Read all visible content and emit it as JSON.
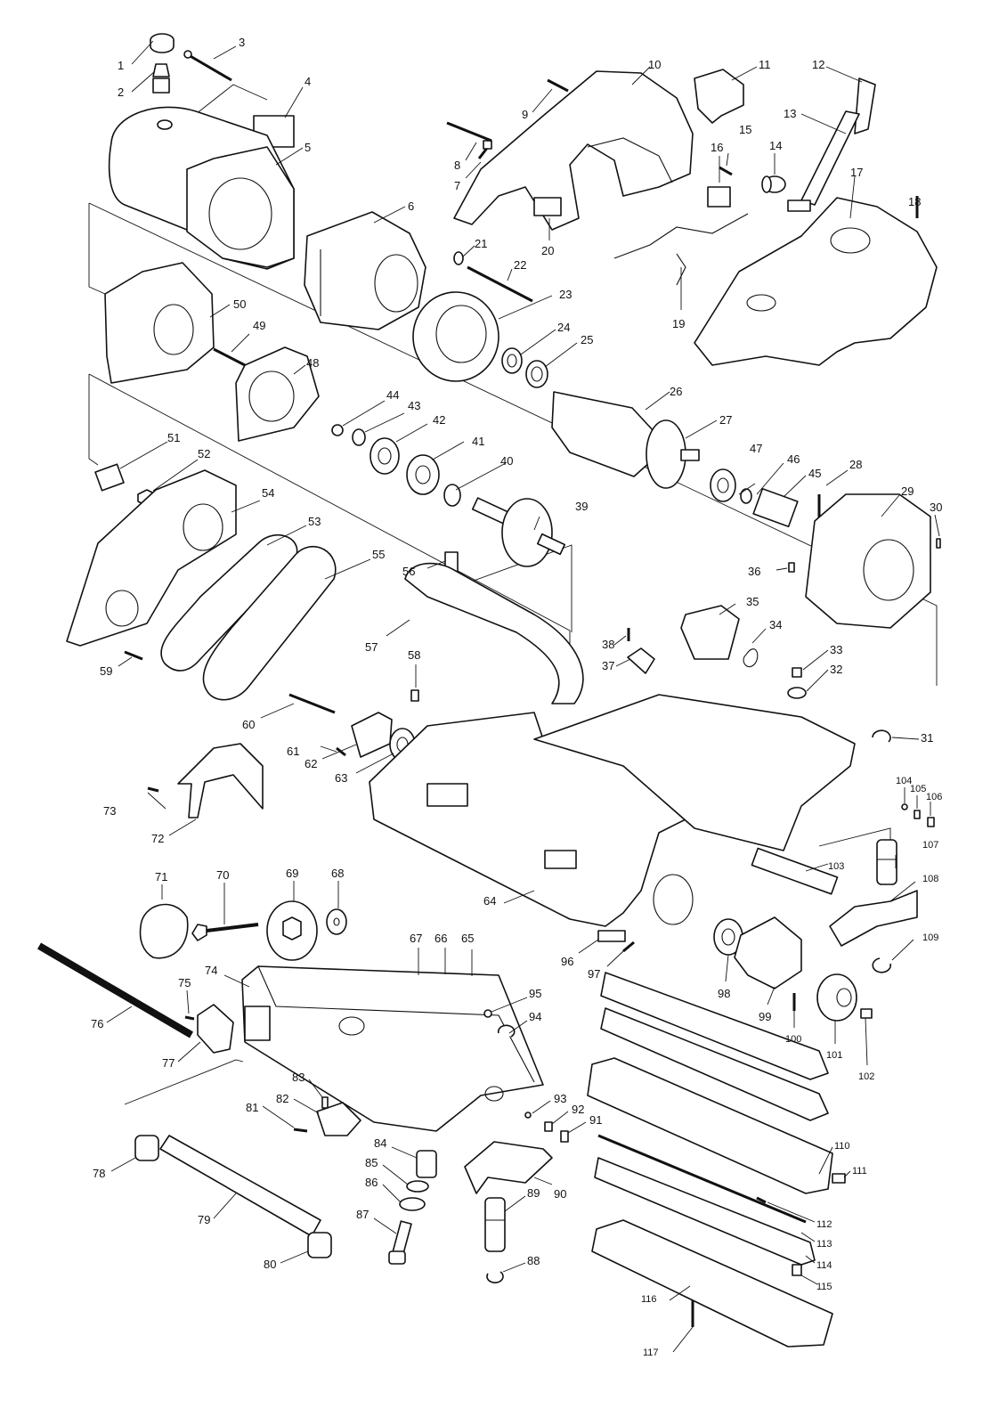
{
  "diagram": {
    "callouts": [
      {
        "id": "1",
        "label": "1"
      },
      {
        "id": "2",
        "label": "2"
      },
      {
        "id": "3",
        "label": "3"
      },
      {
        "id": "4",
        "label": "4"
      },
      {
        "id": "5",
        "label": "5"
      },
      {
        "id": "6",
        "label": "6"
      },
      {
        "id": "7",
        "label": "7"
      },
      {
        "id": "8",
        "label": "8"
      },
      {
        "id": "9",
        "label": "9"
      },
      {
        "id": "10",
        "label": "10"
      },
      {
        "id": "11",
        "label": "11"
      },
      {
        "id": "12",
        "label": "12"
      },
      {
        "id": "13",
        "label": "13"
      },
      {
        "id": "14",
        "label": "14"
      },
      {
        "id": "15",
        "label": "15"
      },
      {
        "id": "16",
        "label": "16"
      },
      {
        "id": "17",
        "label": "17"
      },
      {
        "id": "18",
        "label": "18"
      },
      {
        "id": "19",
        "label": "19"
      },
      {
        "id": "20",
        "label": "20"
      },
      {
        "id": "21",
        "label": "21"
      },
      {
        "id": "22",
        "label": "22"
      },
      {
        "id": "23",
        "label": "23"
      },
      {
        "id": "24",
        "label": "24"
      },
      {
        "id": "25",
        "label": "25"
      },
      {
        "id": "26",
        "label": "26"
      },
      {
        "id": "27",
        "label": "27"
      },
      {
        "id": "28",
        "label": "28"
      },
      {
        "id": "29",
        "label": "29"
      },
      {
        "id": "30",
        "label": "30"
      },
      {
        "id": "31",
        "label": "31"
      },
      {
        "id": "32",
        "label": "32"
      },
      {
        "id": "33",
        "label": "33"
      },
      {
        "id": "34",
        "label": "34"
      },
      {
        "id": "35",
        "label": "35"
      },
      {
        "id": "36",
        "label": "36"
      },
      {
        "id": "37",
        "label": "37"
      },
      {
        "id": "38",
        "label": "38"
      },
      {
        "id": "39",
        "label": "39"
      },
      {
        "id": "40",
        "label": "40"
      },
      {
        "id": "41",
        "label": "41"
      },
      {
        "id": "42",
        "label": "42"
      },
      {
        "id": "43",
        "label": "43"
      },
      {
        "id": "44",
        "label": "44"
      },
      {
        "id": "45",
        "label": "45"
      },
      {
        "id": "46",
        "label": "46"
      },
      {
        "id": "47",
        "label": "47"
      },
      {
        "id": "48",
        "label": "48"
      },
      {
        "id": "49",
        "label": "49"
      },
      {
        "id": "50",
        "label": "50"
      },
      {
        "id": "51",
        "label": "51"
      },
      {
        "id": "52",
        "label": "52"
      },
      {
        "id": "53",
        "label": "53"
      },
      {
        "id": "54",
        "label": "54"
      },
      {
        "id": "55",
        "label": "55"
      },
      {
        "id": "56",
        "label": "56"
      },
      {
        "id": "57",
        "label": "57"
      },
      {
        "id": "58",
        "label": "58"
      },
      {
        "id": "59",
        "label": "59"
      },
      {
        "id": "60",
        "label": "60"
      },
      {
        "id": "61",
        "label": "61"
      },
      {
        "id": "62",
        "label": "62"
      },
      {
        "id": "63",
        "label": "63"
      },
      {
        "id": "64",
        "label": "64"
      },
      {
        "id": "65",
        "label": "65"
      },
      {
        "id": "66",
        "label": "66"
      },
      {
        "id": "67",
        "label": "67"
      },
      {
        "id": "68",
        "label": "68"
      },
      {
        "id": "69",
        "label": "69"
      },
      {
        "id": "70",
        "label": "70"
      },
      {
        "id": "71",
        "label": "71"
      },
      {
        "id": "72",
        "label": "72"
      },
      {
        "id": "73",
        "label": "73"
      },
      {
        "id": "74",
        "label": "74"
      },
      {
        "id": "75",
        "label": "75"
      },
      {
        "id": "76",
        "label": "76"
      },
      {
        "id": "77",
        "label": "77"
      },
      {
        "id": "78",
        "label": "78"
      },
      {
        "id": "79",
        "label": "79"
      },
      {
        "id": "80",
        "label": "80"
      },
      {
        "id": "81",
        "label": "81"
      },
      {
        "id": "82",
        "label": "82"
      },
      {
        "id": "83",
        "label": "83"
      },
      {
        "id": "84",
        "label": "84"
      },
      {
        "id": "85",
        "label": "85"
      },
      {
        "id": "86",
        "label": "86"
      },
      {
        "id": "87",
        "label": "87"
      },
      {
        "id": "88",
        "label": "88"
      },
      {
        "id": "89",
        "label": "89"
      },
      {
        "id": "90",
        "label": "90"
      },
      {
        "id": "91",
        "label": "91"
      },
      {
        "id": "92",
        "label": "92"
      },
      {
        "id": "93",
        "label": "93"
      },
      {
        "id": "94",
        "label": "94"
      },
      {
        "id": "95",
        "label": "95"
      },
      {
        "id": "96",
        "label": "96"
      },
      {
        "id": "97",
        "label": "97"
      },
      {
        "id": "98",
        "label": "98"
      },
      {
        "id": "99",
        "label": "99"
      },
      {
        "id": "100",
        "label": "100"
      },
      {
        "id": "101",
        "label": "101"
      },
      {
        "id": "102",
        "label": "102"
      },
      {
        "id": "103",
        "label": "103"
      },
      {
        "id": "104",
        "label": "104"
      },
      {
        "id": "105",
        "label": "105"
      },
      {
        "id": "106",
        "label": "106"
      },
      {
        "id": "107",
        "label": "107"
      },
      {
        "id": "108",
        "label": "108"
      },
      {
        "id": "109",
        "label": "109"
      },
      {
        "id": "110",
        "label": "110"
      },
      {
        "id": "111",
        "label": "111"
      },
      {
        "id": "112",
        "label": "112"
      },
      {
        "id": "113",
        "label": "113"
      },
      {
        "id": "114",
        "label": "114"
      },
      {
        "id": "115",
        "label": "115"
      },
      {
        "id": "116",
        "label": "116"
      },
      {
        "id": "117",
        "label": "117"
      }
    ]
  }
}
